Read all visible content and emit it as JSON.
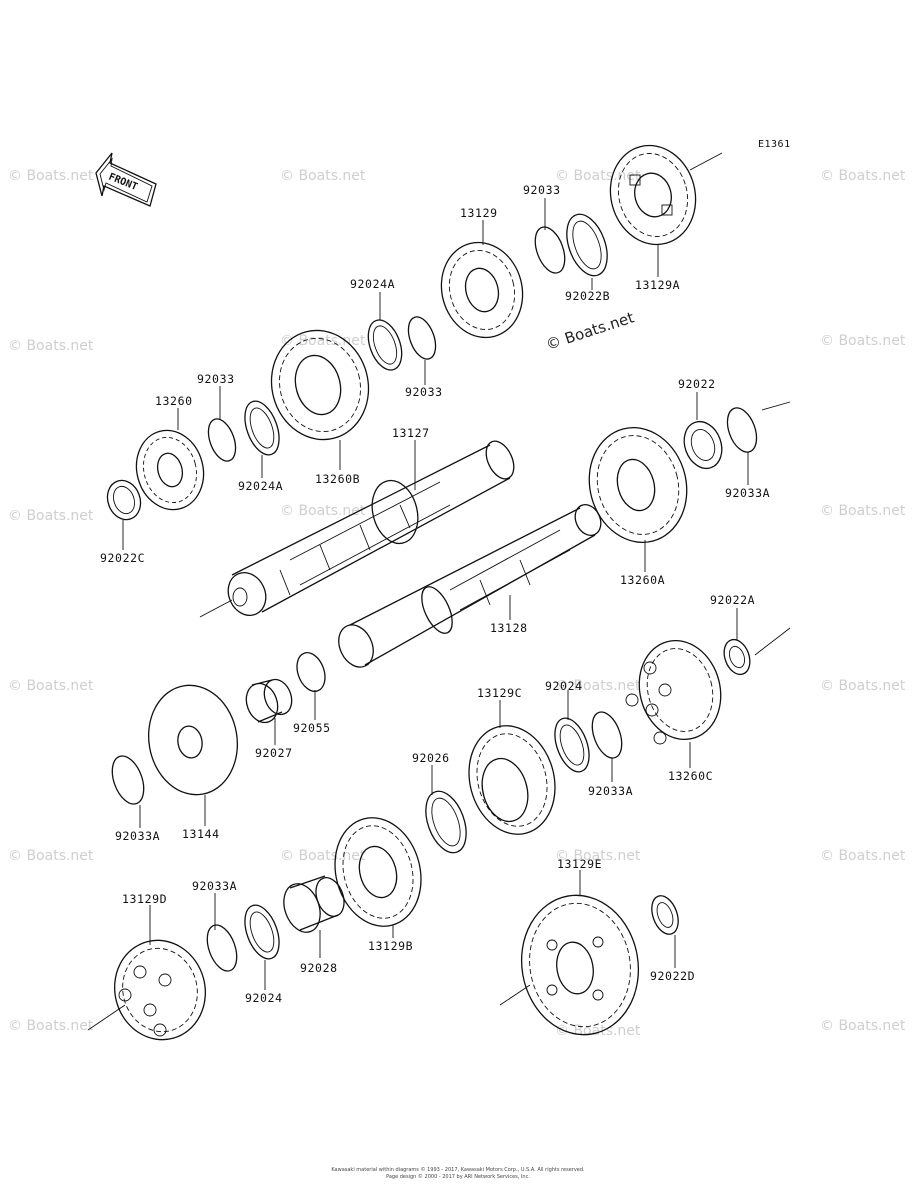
{
  "diagram": {
    "reference_code": "E1361",
    "front_label": "FRONT",
    "copyright": "Kawasaki material within diagrams © 1993 - 2017, Kawasaki Motors Corp., U.S.A. All rights reserved.",
    "copyright_line2": "Page design © 2000 - 2017 by ARI Network Services, Inc.",
    "watermark": "© Boats.net",
    "watermark_center": "© Boats.net",
    "part_labels": {
      "p13129_top": "13129",
      "p92033_top": "92033",
      "p92022B": "92022B",
      "p13129A": "13129A",
      "p92024A_top": "92024A",
      "p92033_mid": "92033",
      "p92033_left": "92033",
      "p13260": "13260",
      "p92024A_left": "92024A",
      "p13260B": "13260B",
      "p92022C": "92022C",
      "p13127": "13127",
      "p92022": "92022",
      "p92033A_right": "92033A",
      "p13260A": "13260A",
      "p13128": "13128",
      "p92022A": "92022A",
      "p92055": "92055",
      "p92027": "92027",
      "p13129C": "13129C",
      "p92024_mid": "92024",
      "p92026": "92026",
      "p13260C": "13260C",
      "p92033A_mid": "92033A",
      "p92033A_left": "92033A",
      "p13144": "13144",
      "p13129D": "13129D",
      "p92033A_bottom": "92033A",
      "p92024_bottom": "92024",
      "p92028": "92028",
      "p13129B": "13129B",
      "p13129E": "13129E",
      "p92022D": "92022D"
    }
  }
}
